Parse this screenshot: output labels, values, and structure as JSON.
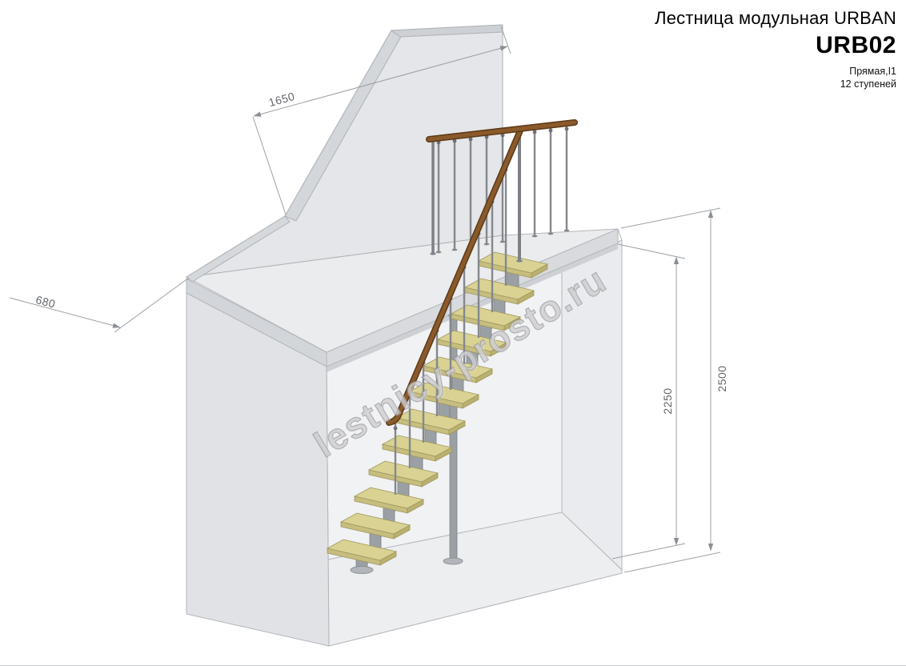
{
  "header": {
    "product_line": "Лестница модульная URBAN",
    "model": "URB02",
    "type_line": "Прямая,I1",
    "steps_line": "12 ступеней"
  },
  "dimensions": {
    "top_width_mm": "1650",
    "side_offset_mm": "680",
    "floor_to_platform_mm": "2250",
    "floor_to_ceiling_mm": "2500"
  },
  "watermark_text": "lestnicy-prosto.ru",
  "colors": {
    "tread": "#d9d293",
    "handrail": "#7a4e1f",
    "metal_frame": "#a7abaf",
    "walls": "#e6e8ea",
    "dimension_lines": "#9aa0a6"
  }
}
